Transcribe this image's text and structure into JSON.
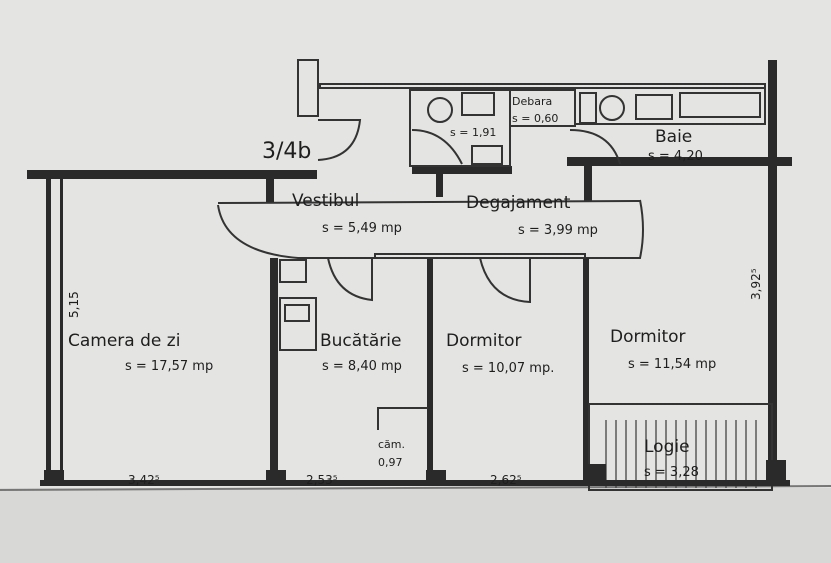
{
  "plan": {
    "unit_tag": "3/4b",
    "rooms": [
      {
        "name": "Camera de zi",
        "area": "s = 17,57 mp"
      },
      {
        "name": "Bucătărie",
        "area": "s = 8,40 mp"
      },
      {
        "name": "Dormitor",
        "area": "s = 10,07 mp."
      },
      {
        "name": "Dormitor",
        "area": "s = 11,54 mp"
      },
      {
        "name": "Vestibul",
        "area": "s = 5,49 mp"
      },
      {
        "name": "Degajament",
        "area": "s = 3,99 mp"
      },
      {
        "name": "Debara",
        "area": "s = 0,60"
      },
      {
        "name": "Baie",
        "area": "s = 4,20"
      },
      {
        "name": "",
        "area": "s = 1,91"
      },
      {
        "name": "Logie",
        "area": "s = 3,28"
      },
      {
        "name": "căm.",
        "area": "0,97"
      }
    ],
    "dimensions": {
      "left_height": "5,15",
      "right_height": "3,92⁵",
      "bottom_1": "3,42⁵",
      "bottom_2": "2,53⁵",
      "bottom_3": "2,62⁵"
    }
  }
}
